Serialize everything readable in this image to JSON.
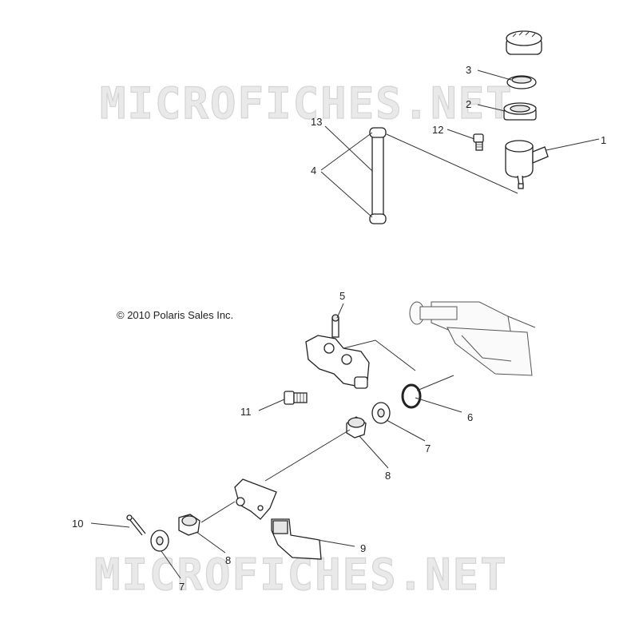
{
  "copyright": "© 2010 Polaris Sales Inc.",
  "watermark": "MICROFICHES.NET",
  "callouts": {
    "c1": "1",
    "c2": "2",
    "c3": "3",
    "c4": "4",
    "c5": "5",
    "c6": "6",
    "c7a": "7",
    "c7b": "7",
    "c8a": "8",
    "c8b": "8",
    "c9": "9",
    "c10": "10",
    "c11": "11",
    "c12": "12",
    "c13": "13"
  },
  "colors": {
    "line": "#222222",
    "watermark": "#d4d4d4"
  }
}
